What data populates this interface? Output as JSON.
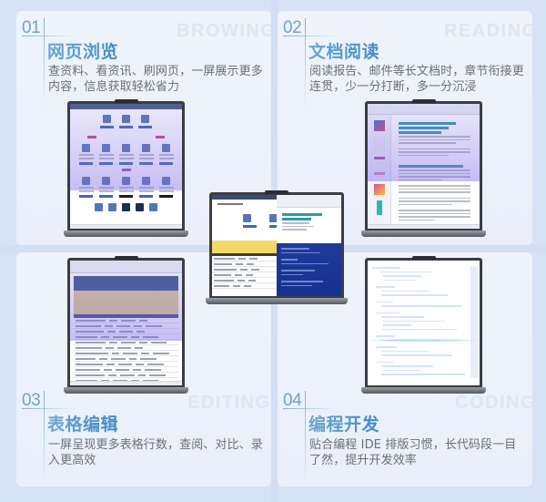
{
  "cards": [
    {
      "number": "01",
      "title": "网页浏览",
      "watermark": "BROWING",
      "description": "查资料、看资讯、刷网页，一屏展示更多内容，信息获取轻松省力",
      "screen": "web-browser"
    },
    {
      "number": "02",
      "title": "文档阅读",
      "watermark": "READING",
      "description": "阅读报告、邮件等长文档时，章节衔接更连贯，少一分打断，多一分沉浸",
      "screen": "document-reader"
    },
    {
      "number": "03",
      "title": "表格编辑",
      "watermark": "EDITING",
      "description": "一屏呈现更多表格行数，查阅、对比、录入更高效",
      "screen": "spreadsheet"
    },
    {
      "number": "04",
      "title": "编程开发",
      "watermark": "CODING",
      "description": "贴合编程 IDE 排版习惯，长代码段一目了然，提升开发效率",
      "screen": "code-editor"
    }
  ],
  "center_laptop": {
    "left_screen": "web-and-spreadsheet",
    "right_screen": "document-and-code"
  },
  "colors": {
    "page_bg": "#d6e2f6",
    "card_bg": "#eef3fc",
    "title_gradient_start": "#6aa8d2",
    "title_gradient_end": "#3f8ac5",
    "number": "#6ea4c9",
    "body_text": "#6b6f76",
    "watermark": "#dde6f3"
  }
}
